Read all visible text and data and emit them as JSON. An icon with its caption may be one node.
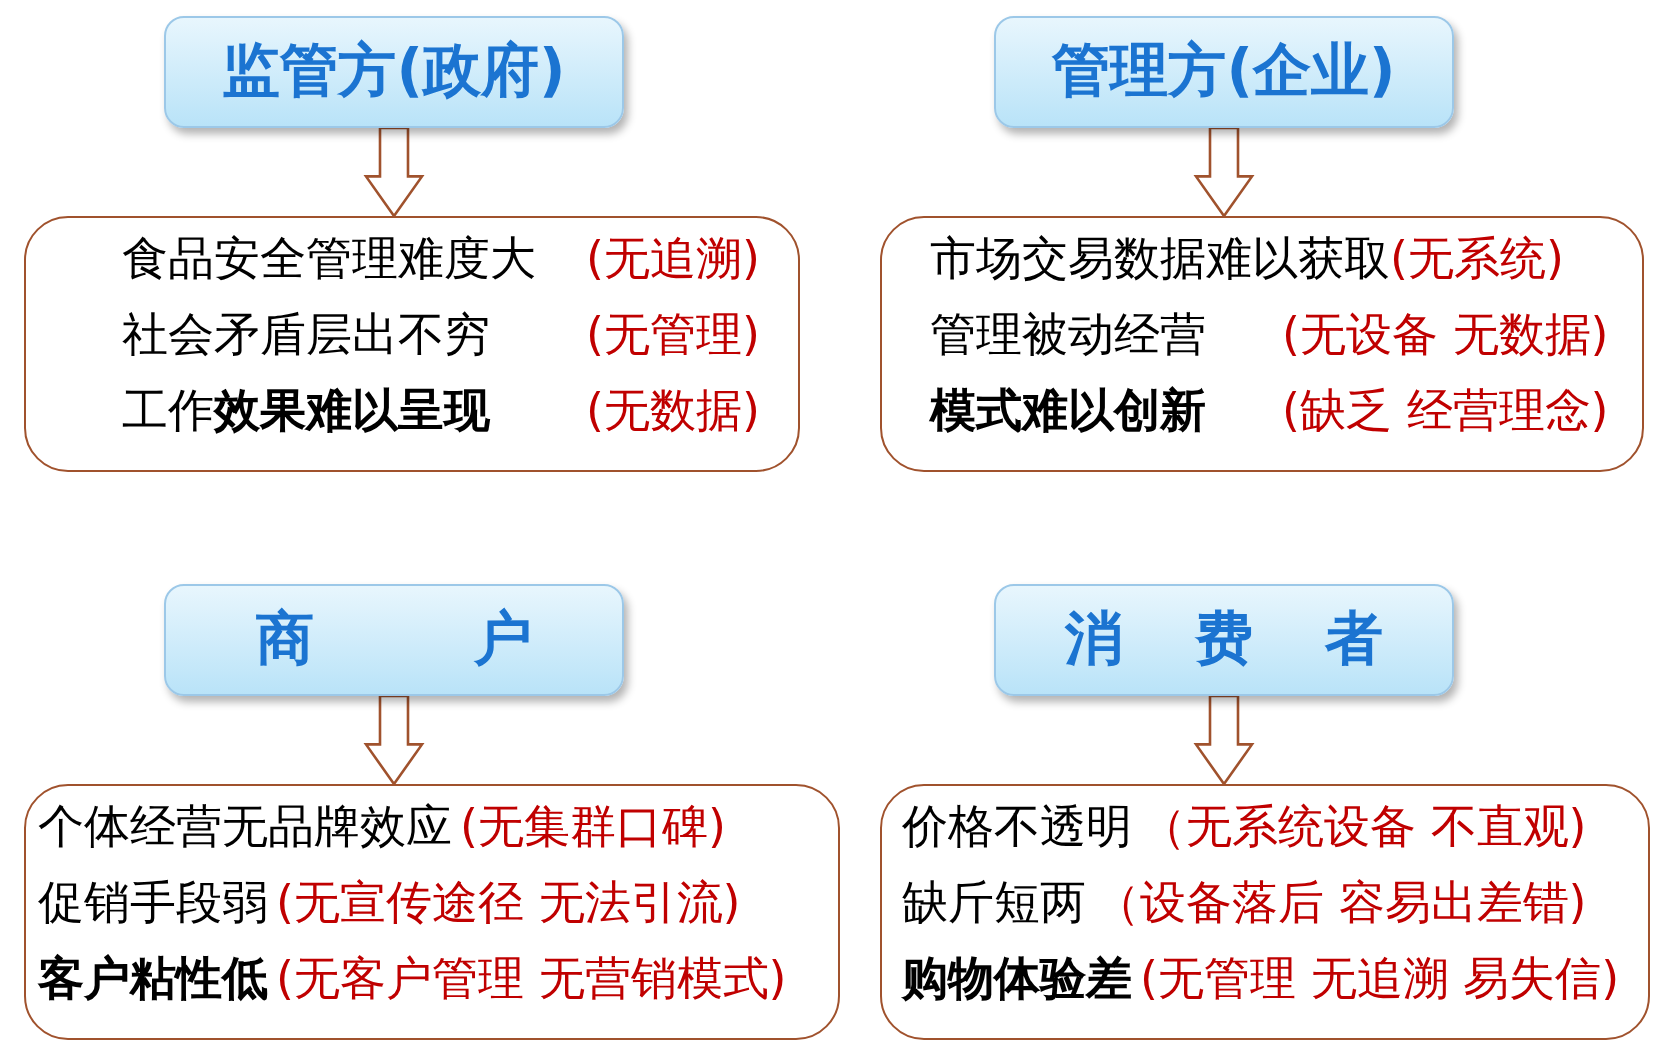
{
  "diagram": {
    "nodes": [
      {
        "text": [
          "监管方(政府)"
        ]
      },
      {
        "text": [
          "管理方(企业)"
        ]
      },
      {
        "text": [
          "商 户"
        ]
      },
      {
        "text": [
          "消 费 者"
        ]
      },
      {
        "text": [
          "食品安全管理难度大",
          "(无追溯)",
          "社会矛盾层出不穷",
          "(无管理)",
          "工作**效果难以呈现**",
          "(无数据)"
        ]
      },
      {
        "text": [
          "市场交易数据难以获取",
          "(无系统)",
          "管理被动经营",
          "(无设备 无数据)",
          "模式难以创新",
          "(缺乏 经营理念)"
        ]
      },
      {
        "text": [
          "个体经营无品牌效应",
          "(无集群口碑)",
          "促销手段弱",
          "(无宣传途径 无法引流)",
          "客户粘性低",
          "(无客户管理 无营销模式)"
        ]
      },
      {
        "text": [
          "价格不透明",
          "（无系统设备 不直观)",
          "缺斤短两",
          "（设备落后 容易出差错)",
          "购物体验差",
          "(无管理 无追溯 易失信)"
        ]
      }
    ],
    "edges": [
      {
        "from": 0,
        "to": 4,
        "arrow": "to"
      },
      {
        "from": 1,
        "to": 5,
        "arrow": "to"
      },
      {
        "from": 2,
        "to": 6,
        "arrow": "to"
      },
      {
        "from": 3,
        "to": 7,
        "arrow": "to"
      }
    ]
  }
}
